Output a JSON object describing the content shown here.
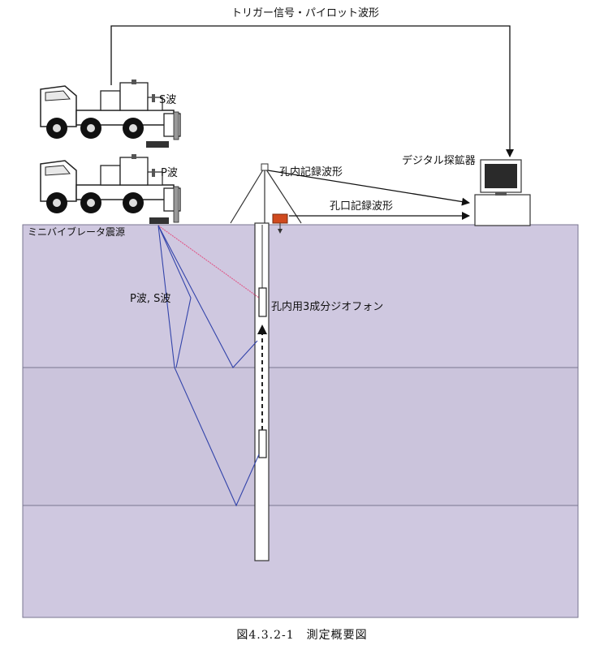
{
  "labels": {
    "trigger_signal": "トリガー信号・パイロット波形",
    "s_wave_truck": "S波",
    "p_wave_truck": "P波",
    "mini_vibrator_source": "ミニバイブレータ震源",
    "borehole_record": "孔内記録波形",
    "borehole_mouth_record": "孔口記録波形",
    "digital_recorder": "デジタル探鉱器",
    "borehole_geophone": "孔内用3成分ジオフォン",
    "p_s_wave": "P波, S波"
  },
  "caption": "図4.3.2-1　測定概要図",
  "colors": {
    "ground": "#cfc8e0",
    "ground_line": "#7a7690",
    "ray": "#3344aa",
    "direct_ray": "#e05a8a",
    "borehole_sensor": "#d04a1e"
  },
  "icons": {
    "truck": "truck-icon",
    "monitor": "monitor-icon",
    "tripod": "tripod-icon",
    "geophone": "geophone-icon"
  }
}
